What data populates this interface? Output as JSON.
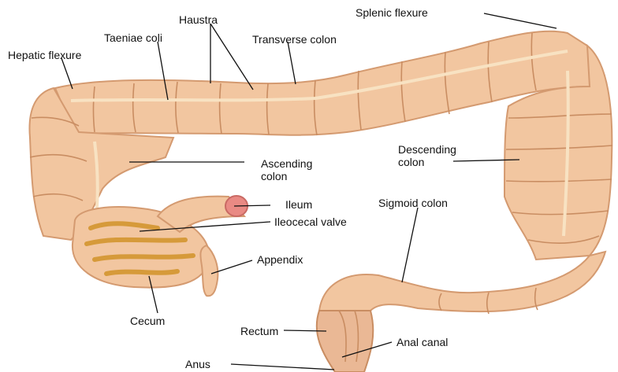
{
  "labels": {
    "splenic_flexure": "Splenic flexure",
    "haustra": "Haustra",
    "taeniae_coli": "Taeniae coli",
    "transverse_colon": "Transverse colon",
    "hepatic_flexure": "Hepatic flexure",
    "ascending_colon_1": "Ascending",
    "ascending_colon_2": "colon",
    "descending_colon_1": "Descending",
    "descending_colon_2": "colon",
    "ileum": "Ileum",
    "sigmoid_colon": "Sigmoid colon",
    "ileocecal_valve": "Ileocecal valve",
    "appendix": "Appendix",
    "cecum": "Cecum",
    "rectum": "Rectum",
    "anal_canal": "Anal canal",
    "anus": "Anus"
  },
  "colors": {
    "colon_fill": "#f2c6a0",
    "colon_stroke": "#d49a70",
    "fold_line": "#c98d62",
    "taenia": "#f8e2c2",
    "cecum_inner": "#d69a3a",
    "ileum_open": "#e98a84",
    "rectum_fill": "#eab895",
    "leader": "#111111"
  }
}
